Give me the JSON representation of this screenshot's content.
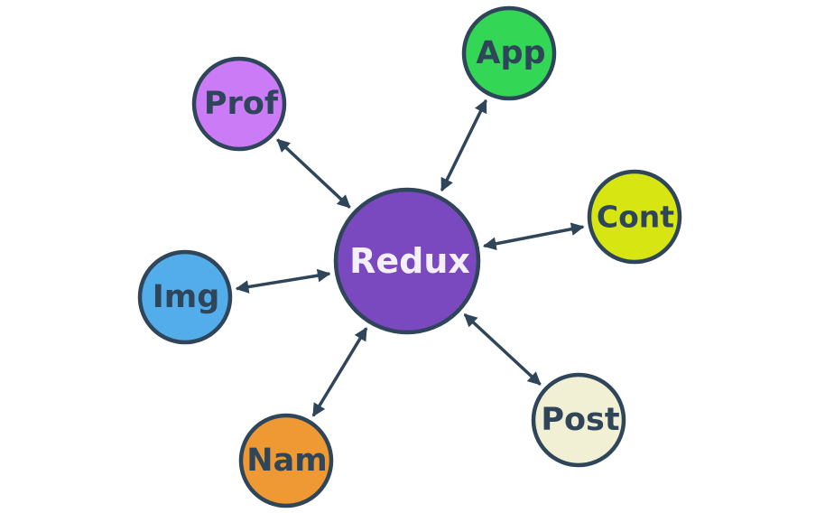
{
  "hub": {
    "label": "Redux",
    "color": "#7a48bf"
  },
  "satellites": [
    {
      "id": "app",
      "label": "App",
      "color": "#33d655"
    },
    {
      "id": "prof",
      "label": "Prof",
      "color": "#cc7bf7"
    },
    {
      "id": "cont",
      "label": "Cont",
      "color": "#d7e612"
    },
    {
      "id": "img",
      "label": "Img",
      "color": "#52adea"
    },
    {
      "id": "post",
      "label": "Post",
      "color": "#f1efd4"
    },
    {
      "id": "nam",
      "label": "Nam",
      "color": "#ef9934"
    }
  ],
  "edges": [
    {
      "from": "hub",
      "to": "app",
      "arrows": "both"
    },
    {
      "from": "hub",
      "to": "prof",
      "arrows": "both"
    },
    {
      "from": "hub",
      "to": "cont",
      "arrows": "both"
    },
    {
      "from": "hub",
      "to": "img",
      "arrows": "both"
    },
    {
      "from": "hub",
      "to": "post",
      "arrows": "both"
    },
    {
      "from": "hub",
      "to": "nam",
      "arrows": "both"
    }
  ]
}
